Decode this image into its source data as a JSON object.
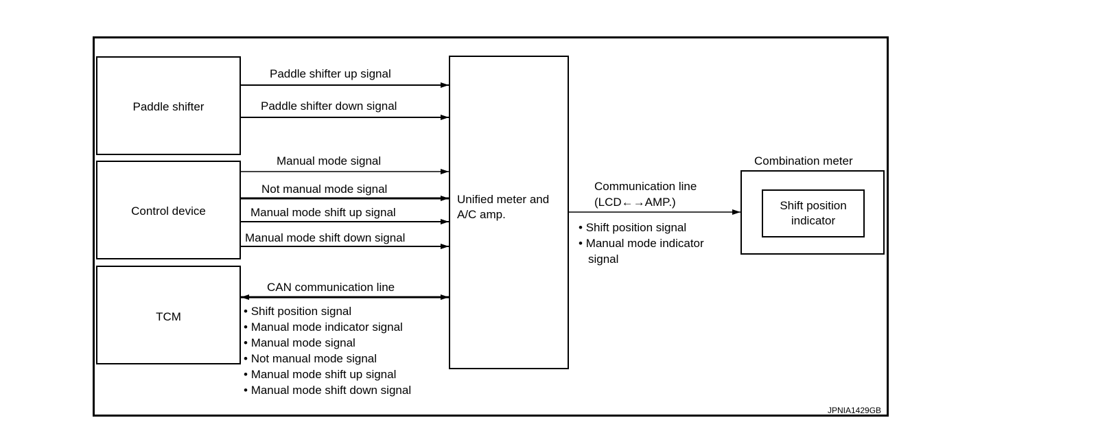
{
  "blocks": {
    "paddle_shifter": "Paddle shifter",
    "control_device": "Control device",
    "tcm": "TCM",
    "unified_meter": "Unified meter and\nA/C amp.",
    "combination_meter": "Combination meter",
    "shift_position_indicator": "Shift position\nindicator"
  },
  "signals": {
    "paddle_up": "Paddle shifter up signal",
    "paddle_down": "Paddle shifter down signal",
    "manual_mode": "Manual mode signal",
    "not_manual_mode": "Not manual mode signal",
    "manual_shift_up": "Manual mode shift up signal",
    "manual_shift_down": "Manual mode shift down signal",
    "can_line": "CAN communication line",
    "comm_line": "Communication line",
    "comm_line_sub": "(LCD←→AMP.)"
  },
  "can_signals": [
    "Shift position signal",
    "Manual mode indicator signal",
    "Manual mode signal",
    "Not manual mode signal",
    "Manual mode shift up signal",
    "Manual mode shift down signal"
  ],
  "comm_signals": [
    "Shift position signal",
    "Manual mode indicator",
    "signal"
  ],
  "reference_code": "JPNIA1429GB"
}
